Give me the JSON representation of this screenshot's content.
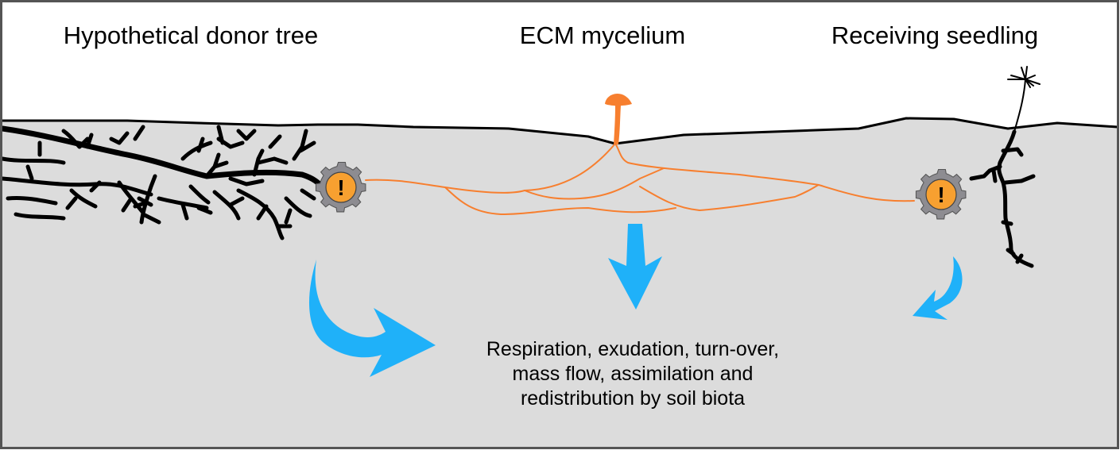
{
  "labels": {
    "donor": "Hypothetical donor tree",
    "mycelium": "ECM mycelium",
    "seedling": "Receiving seedling"
  },
  "process_text": {
    "line1": "Respiration, exudation, turn-over,",
    "line2": "mass flow, assimilation and",
    "line3": "redistribution by soil biota"
  },
  "icons": {
    "donor_node": "warning-gear-icon",
    "seedling_node": "warning-gear-icon",
    "node_symbol": "!"
  },
  "colors": {
    "soil": "#dcdcdc",
    "sky": "#ffffff",
    "mycelium": "#f77f2f",
    "arrow": "#1fb1f9",
    "gear": "#8d8c91",
    "gear_center": "#f7a030",
    "roots": "#000000",
    "border": "#555555"
  }
}
